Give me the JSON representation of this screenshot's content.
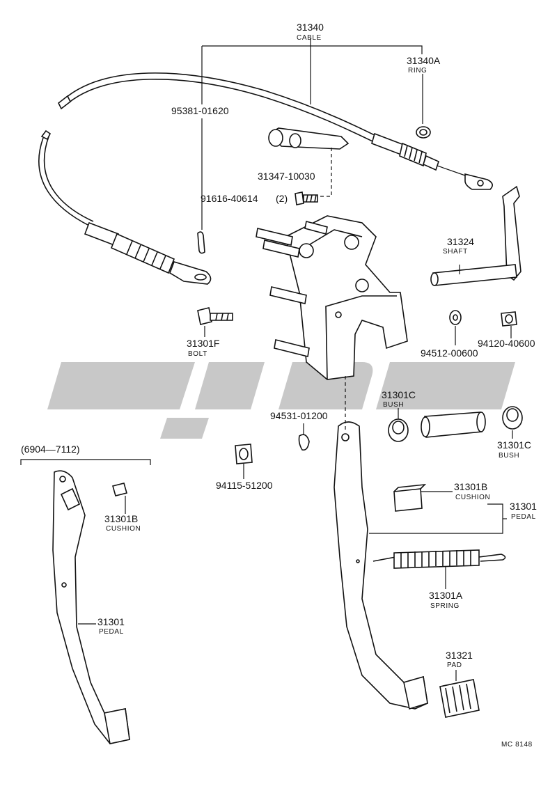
{
  "labels": {
    "cable_no": "31340",
    "cable_name": "CABLE",
    "ring_no": "31340A",
    "ring_name": "RING",
    "cotter_no": "95381-01620",
    "clamp_no": "31347-10030",
    "clamp_bolt_no": "91616-40614",
    "clamp_bolt_qty": "(2)",
    "shaft_no": "31324",
    "shaft_name": "SHAFT",
    "bolt_no": "31301F",
    "bolt_name": "BOLT",
    "washer_no": "94512-00600",
    "nut_no": "94120-40600",
    "bush_top_no": "31301C",
    "bush_top_name": "BUSH",
    "bush_right_no": "31301C",
    "bush_right_name": "BUSH",
    "clip_no": "94531-01200",
    "nut2_no": "94115-51200",
    "cushion_no": "31301B",
    "cushion_name": "CUSHION",
    "pedal_no": "31301",
    "pedal_name": "PEDAL",
    "spring_no": "31301A",
    "spring_name": "SPRING",
    "pad_no": "31321",
    "pad_name": "PAD",
    "date_range": "(6904—7112)",
    "old_cushion_no": "31301B",
    "old_cushion_name": "CUSHION",
    "old_pedal_no": "31301",
    "old_pedal_name": "PEDAL",
    "diagram_code": "MC 8148"
  },
  "colors": {
    "ink": "#111111",
    "watermark": "#c8c8c8"
  }
}
